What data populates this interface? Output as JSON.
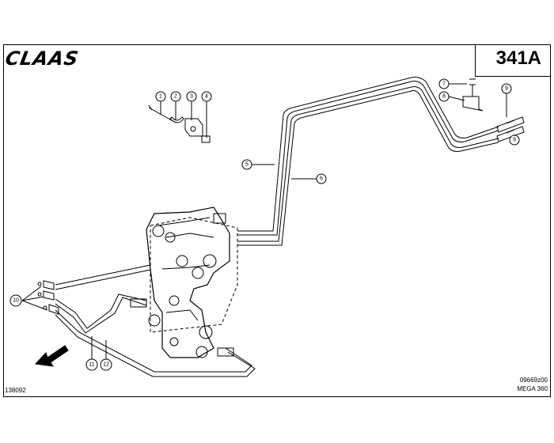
{
  "header": {
    "brand": "CLAAS",
    "page_number": "341A"
  },
  "footer": {
    "sheet_number": "138092",
    "reference_code": "09669z00",
    "model": "MEGA 360"
  },
  "callouts": [
    "1",
    "2",
    "3",
    "4",
    "5",
    "6",
    "7",
    "8",
    "9",
    "9",
    "10",
    "11",
    "12"
  ]
}
